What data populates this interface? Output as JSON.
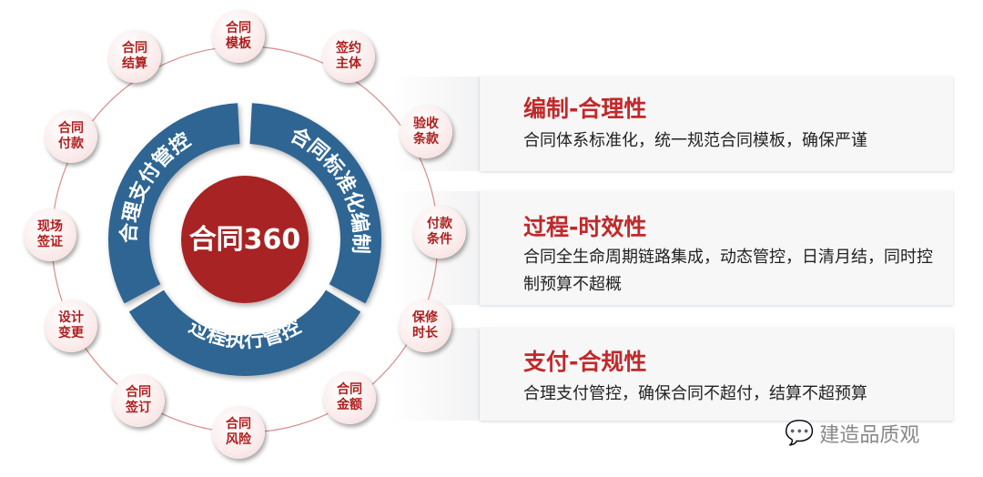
{
  "center": {
    "label": "合同360"
  },
  "ring_segments": [
    {
      "label": "合同标准化编制"
    },
    {
      "label": "过程执行管控"
    },
    {
      "label": "合理支付管控"
    }
  ],
  "nodes": [
    "合同\n模板",
    "签约\n主体",
    "验收\n条款",
    "付款\n条件",
    "保修\n时长",
    "合同\n金额",
    "合同\n风险",
    "合同\n签订",
    "设计\n变更",
    "现场\n签证",
    "合同\n付款",
    "合同\n结算"
  ],
  "panels": [
    {
      "title": "编制-合理性",
      "desc": "合同体系标准化，统一规范合同模板，确保严谨"
    },
    {
      "title": "过程-时效性",
      "desc": "合同全生命周期链路集成，动态管控，日清月结，同时控制预算不超概"
    },
    {
      "title": "支付-合规性",
      "desc": "合理支付管控，确保合同不超付，结算不超预算"
    }
  ],
  "watermark": "建造品质观",
  "colors": {
    "ring": "#2e6593",
    "center": "#a82323",
    "accent": "#c0292b"
  }
}
